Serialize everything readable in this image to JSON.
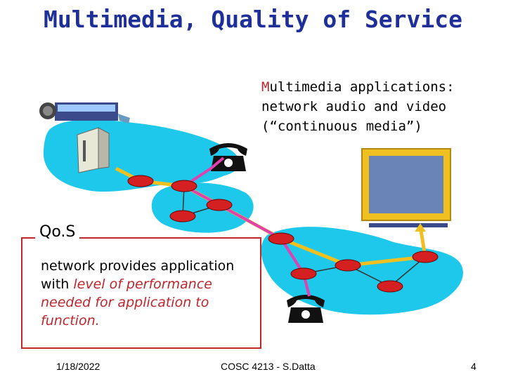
{
  "slide": {
    "title": "Multimedia, Quality of Service",
    "apps": {
      "line1": "Multimedia applications:",
      "line2": "network audio and video",
      "line3": "(“continuous media”)"
    },
    "qos": {
      "heading": "Qo.S",
      "text_plain": "network provides application with",
      "text_highlight": "level of performance needed for application to function."
    },
    "footer": {
      "date": "1/18/2022",
      "course": "COSC 4213 - S.Datta",
      "page": "4"
    }
  },
  "colors": {
    "title": "#1f2f9a",
    "highlight": "#c0262c",
    "cloud": "#1ec8ea",
    "router": "#d42020",
    "path_yellow": "#f0c020",
    "path_pink": "#e040b0"
  }
}
